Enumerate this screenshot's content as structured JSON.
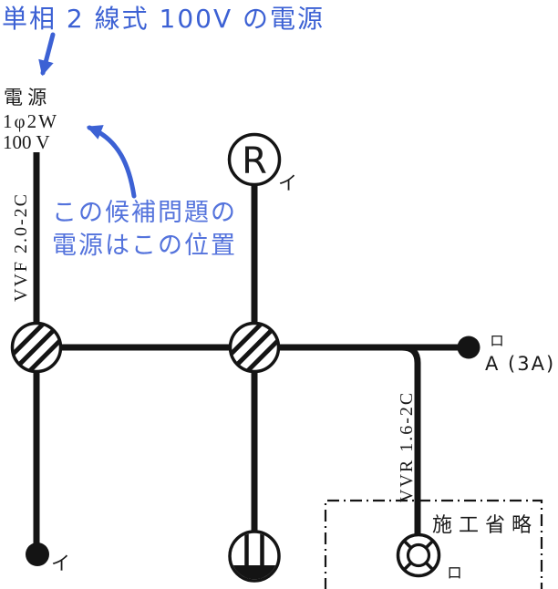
{
  "annotations": {
    "title": "単相 2 線式 100V の電源",
    "note_line1": "この候補問題の",
    "note_line2": "電源はこの位置"
  },
  "power_source": {
    "name": "電 源",
    "phase": "1φ2W",
    "voltage": "100 V"
  },
  "cables": {
    "source_cable": "VVF 2.0-2C",
    "outdoor_cable": "VVR 1.6-2C"
  },
  "devices": {
    "lamp_receptacle": {
      "symbol": "R",
      "circuit": "イ"
    },
    "switch": {
      "circuit": "イ"
    },
    "auto_switch": {
      "circuit": "ロ",
      "rating": "A (3A)"
    },
    "outdoor_light": {
      "circuit": "ロ"
    },
    "omission_area": {
      "label": "施工省略"
    }
  },
  "colors": {
    "annotation_blue": "#3c61d4",
    "note_blue": "#5473dc",
    "diagram_black": "#141414"
  }
}
